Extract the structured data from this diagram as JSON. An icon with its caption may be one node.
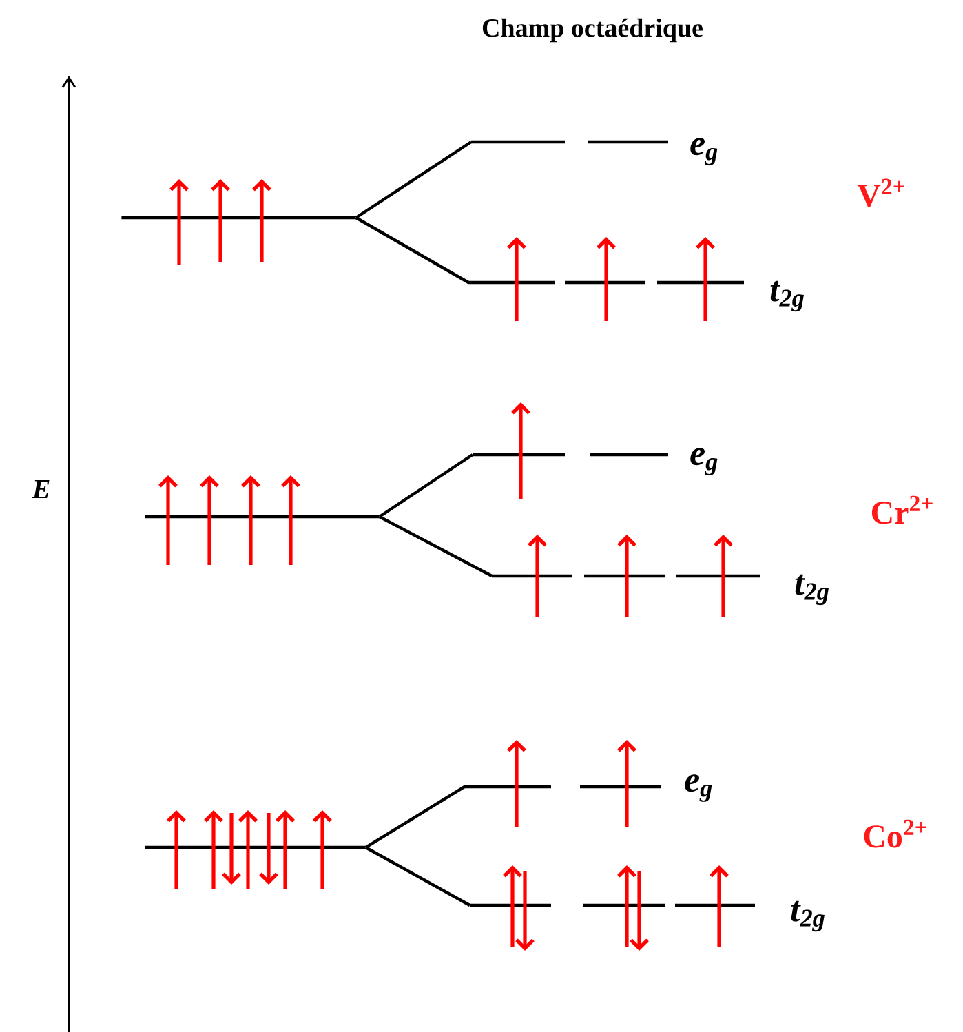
{
  "diagram": {
    "title": "Champ octaédrique",
    "nodes": [
      {
        "text": [],
        "shape": "bar"
      },
      {
        "text": [
          "e$_{g}$"
        ]
      },
      {
        "text": [
          "t$_{2g}$"
        ]
      },
      {
        "text": [],
        "shape": "bar"
      },
      {
        "text": [
          "e$_{g}$"
        ]
      },
      {
        "text": [
          "t$_{2g}$"
        ]
      },
      {
        "text": [],
        "shape": "bar"
      },
      {
        "text": [
          "e$_{g}$"
        ]
      },
      {
        "text": [
          "t$_{2g}$"
        ]
      }
    ],
    "edges": [
      {
        "from": 0,
        "to": 1,
        "arrow": "none"
      },
      {
        "from": 0,
        "to": 2,
        "arrow": "none"
      },
      {
        "from": 3,
        "to": 4,
        "arrow": "none"
      },
      {
        "from": 3,
        "to": 5,
        "arrow": "none"
      },
      {
        "from": 6,
        "to": 7,
        "arrow": "none"
      },
      {
        "from": 6,
        "to": 8,
        "arrow": "none"
      }
    ],
    "labels": [
      "E",
      "V$^{2+}$",
      "Cr$^{2+}$",
      "Co$^{2+}$"
    ]
  }
}
